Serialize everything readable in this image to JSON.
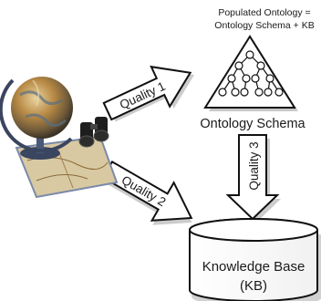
{
  "header": {
    "line1": "Populated Ontology =",
    "line2": "Ontology Schema + KB"
  },
  "schema": {
    "label": "Ontology Schema"
  },
  "knowledge_base": {
    "line1": "Knowledge Base",
    "line2": "(KB)"
  },
  "arrows": {
    "quality1": "Quality 1",
    "quality2": "Quality 2",
    "quality3": "Quality 3"
  },
  "illustration": {
    "subject": "globe-with-binoculars-and-map",
    "colors": {
      "globe": "#b88a45",
      "ocean": "#6f8fa6",
      "stand": "#3a4560",
      "map": "#d8c9a2"
    }
  },
  "colors": {
    "stroke": "#111111",
    "fill": "#ffffff",
    "shadow": "#bdbdbd"
  }
}
